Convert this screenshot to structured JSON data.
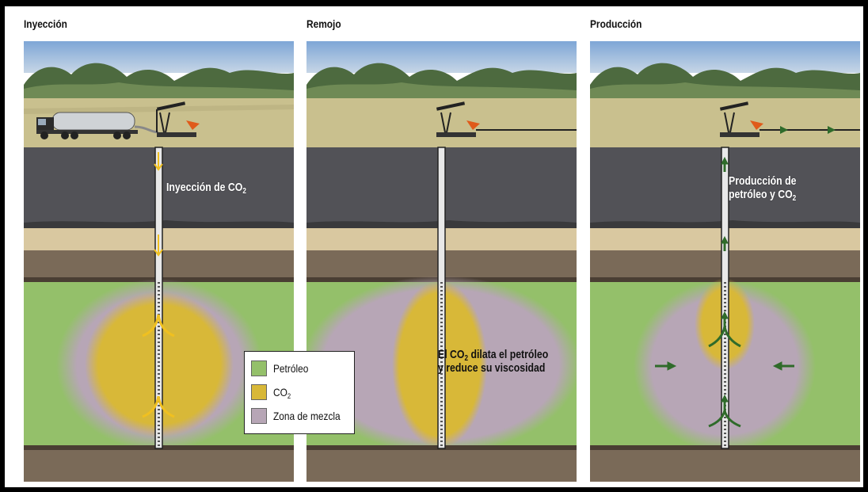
{
  "panels": [
    {
      "title": "Inyección",
      "label_line1": "Inyección de CO",
      "label_sub": "2",
      "label_line2": ""
    },
    {
      "title": "Remojo",
      "label_line1": "El CO",
      "label_sub": "2",
      "label_line1_rest": " dilata el petróleo",
      "label_line2": "y reduce su viscosidad"
    },
    {
      "title": "Producción",
      "label_line1": "Producción de",
      "label_line2_pre": "petróleo y CO",
      "label_sub": "2"
    }
  ],
  "legend": [
    {
      "text": "Petróleo",
      "color": "#94c06a"
    },
    {
      "text": "CO",
      "sub": "2",
      "color": "#d8b838"
    },
    {
      "text": "Zona de mezcla",
      "color": "#b7a6b6"
    }
  ],
  "colors": {
    "sky": "#8fb3dc",
    "field": "#c9c08e",
    "shale": "#525257",
    "sand": "#d9c8a0",
    "rock": "#7a6a58",
    "oil": "#94c06a",
    "co2": "#d8b838",
    "mix": "#b7a6b6",
    "arrow_injection": "#f0c020",
    "arrow_production": "#2f6b2a"
  },
  "icons": [
    "truck-icon",
    "pumpjack-icon",
    "arrow-icon"
  ]
}
